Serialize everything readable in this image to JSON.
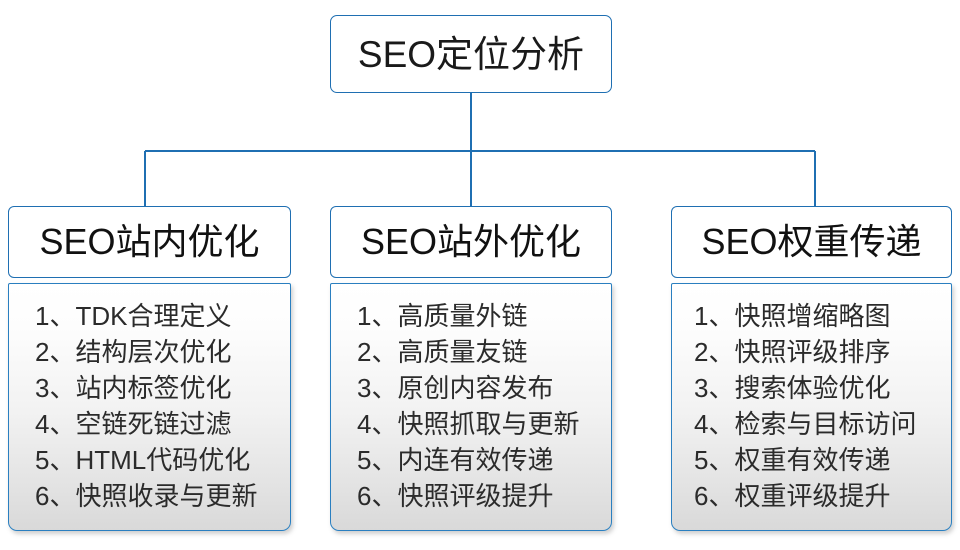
{
  "diagram": {
    "title": "SEO定位分析",
    "accent_border": "#1f6fb2",
    "body_border": "#2a7fc0",
    "text_color": "#2b2b2b",
    "background": "#ffffff",
    "root": {
      "label": "SEO定位分析"
    },
    "branches": [
      {
        "header": "SEO站内优化",
        "items": [
          {
            "index": "1、",
            "text": "TDK合理定义"
          },
          {
            "index": "2、",
            "text": "结构层次优化"
          },
          {
            "index": "3、",
            "text": "站内标签优化"
          },
          {
            "index": "4、",
            "text": "空链死链过滤"
          },
          {
            "index": "5、",
            "text": "HTML代码优化"
          },
          {
            "index": "6、",
            "text": "快照收录与更新"
          }
        ]
      },
      {
        "header": "SEO站外优化",
        "items": [
          {
            "index": "1、",
            "text": "高质量外链"
          },
          {
            "index": "2、",
            "text": "高质量友链"
          },
          {
            "index": "3、",
            "text": "原创内容发布"
          },
          {
            "index": "4、",
            "text": "快照抓取与更新"
          },
          {
            "index": "5、",
            "text": "内连有效传递"
          },
          {
            "index": "6、",
            "text": "快照评级提升"
          }
        ]
      },
      {
        "header": "SEO权重传递",
        "items": [
          {
            "index": "1、",
            "text": "快照增缩略图"
          },
          {
            "index": "2、",
            "text": "快照评级排序"
          },
          {
            "index": "3、",
            "text": "搜索体验优化"
          },
          {
            "index": "4、",
            "text": "检索与目标访问"
          },
          {
            "index": "5、",
            "text": "权重有效传递"
          },
          {
            "index": "6、",
            "text": "权重评级提升"
          }
        ]
      }
    ]
  }
}
